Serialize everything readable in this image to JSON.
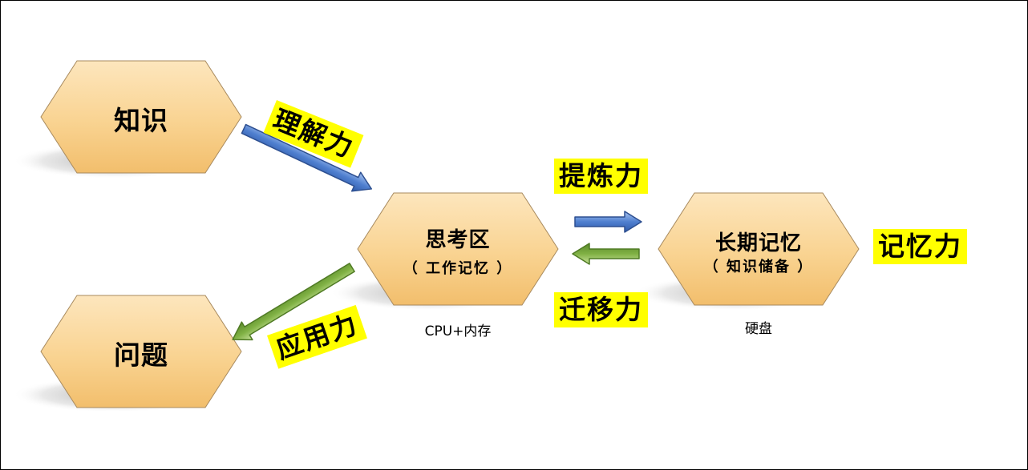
{
  "nodes": {
    "knowledge": {
      "label": "知识"
    },
    "problem": {
      "label": "问题"
    },
    "thinking": {
      "label": "思考区",
      "sublabel": "（ 工作记忆 ）",
      "caption": "CPU+内存"
    },
    "longterm": {
      "label": "长期记忆",
      "sublabel": "（ 知识储备 ）",
      "caption": "硬盘"
    }
  },
  "abilities": {
    "understanding": "理解力",
    "application": "应用力",
    "refining": "提炼力",
    "transfer": "迁移力",
    "memory": "记忆力"
  },
  "colors": {
    "hex_fill_light": "#fde2b4",
    "hex_fill_dark": "#f5c478",
    "hex_stroke": "#b08a5a",
    "blue_arrow": "#4f7fcf",
    "green_arrow": "#77a83a",
    "highlight": "#ffff00"
  }
}
